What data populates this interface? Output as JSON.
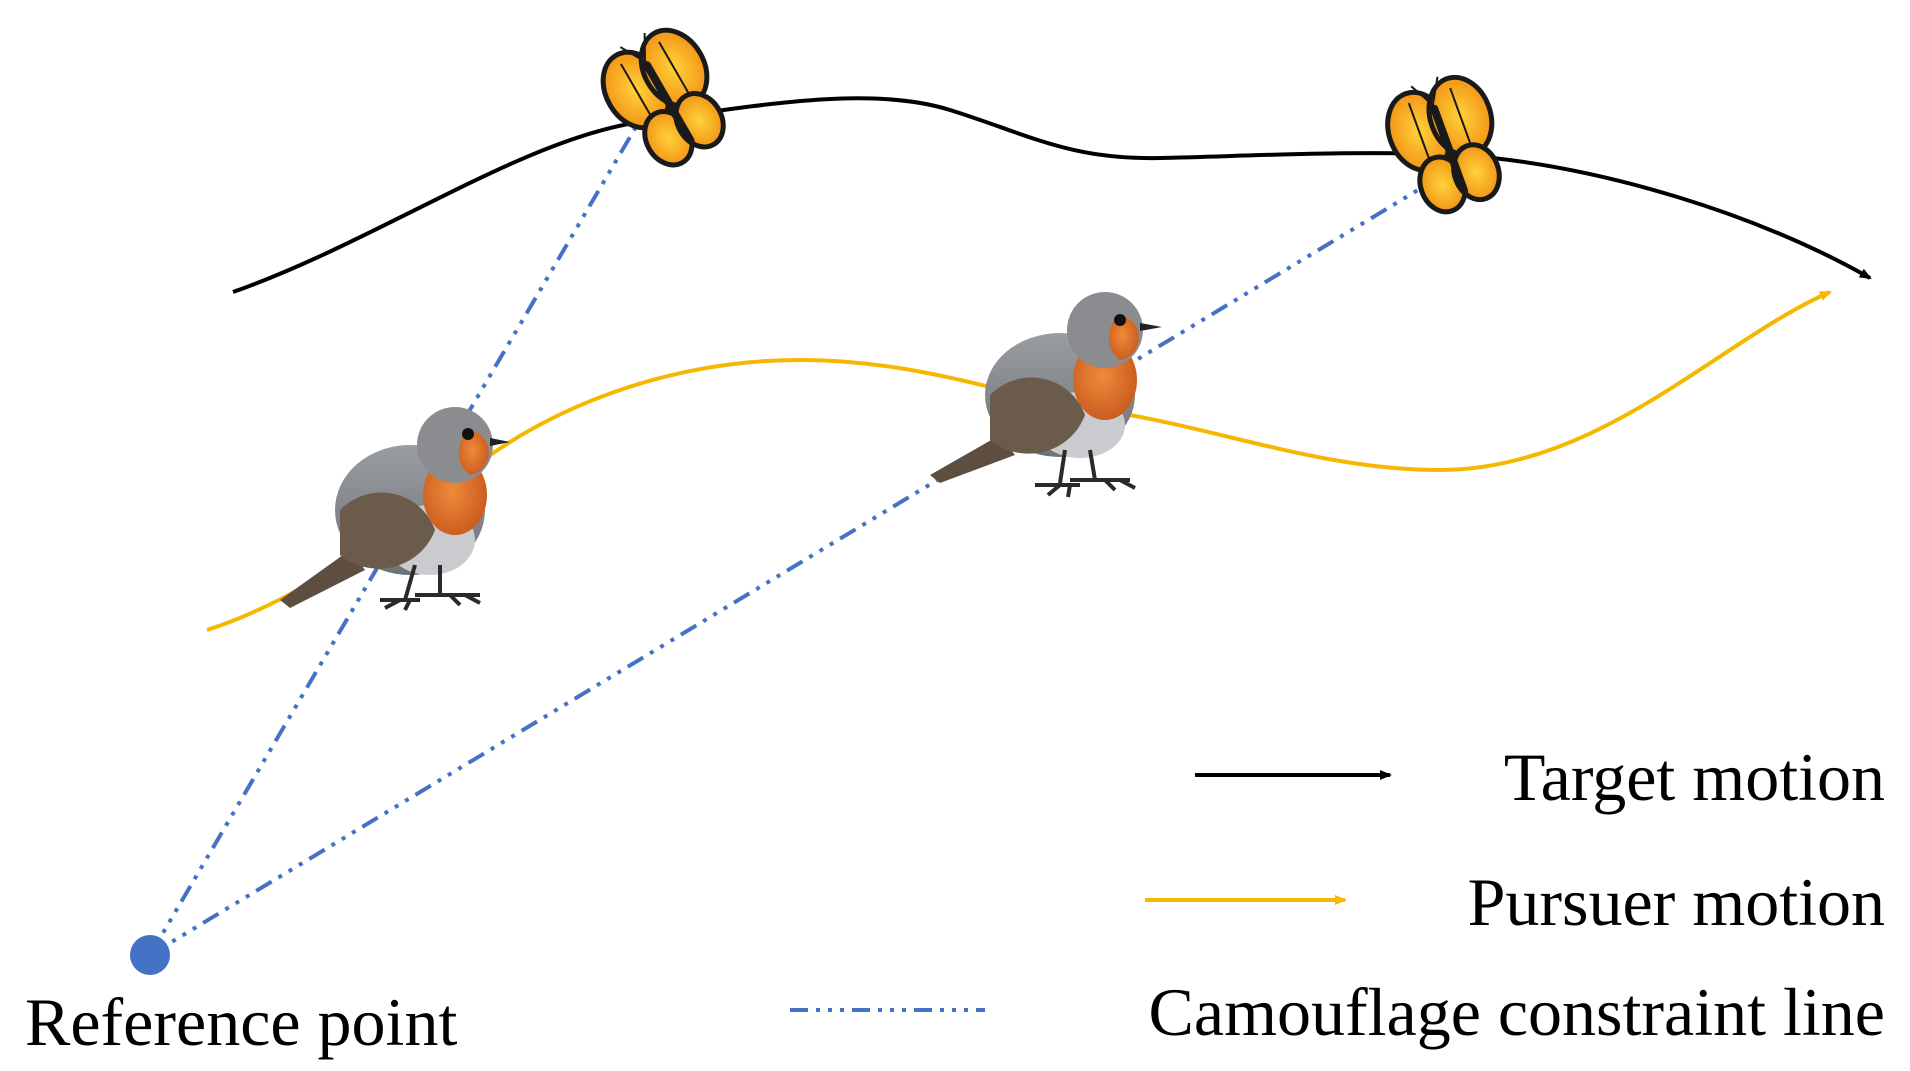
{
  "colors": {
    "target": "#000000",
    "pursuer": "#F5B800",
    "constraint": "#4472C4",
    "reference": "#4472C4",
    "butterfly_wing": "#F6A21A",
    "butterfly_light": "#FFD23A",
    "butterfly_vein": "#1A1A1A",
    "bird_body": "#8A8C90",
    "bird_breast": "#E0722A",
    "bird_wing": "#6B5B4A",
    "bird_belly": "#C9CBCE"
  },
  "labels": {
    "reference_point": "Reference point",
    "target_motion": "Target motion",
    "pursuer_motion": "Pursuer motion",
    "constraint_line": "Camouflage constraint line"
  },
  "icons": {
    "target": "butterfly-icon",
    "pursuer": "robin-bird-icon",
    "reference": "reference-dot-icon"
  }
}
